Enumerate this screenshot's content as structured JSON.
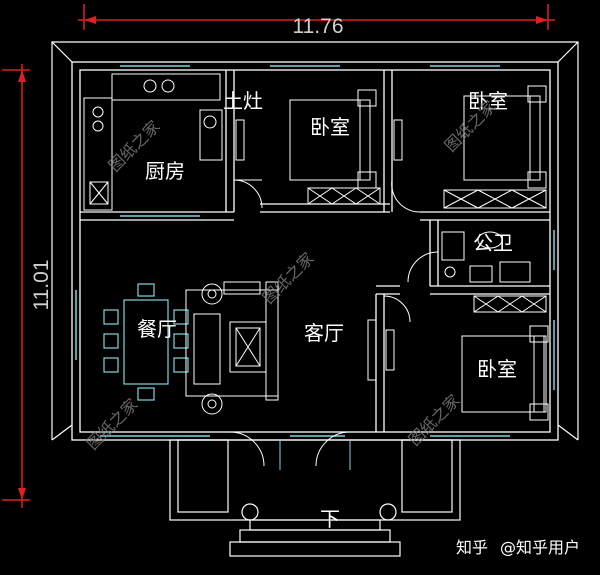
{
  "dimensions": {
    "width": "11.76",
    "depth": "11.01"
  },
  "rooms": {
    "kitchen": "厨房",
    "stove": "土灶",
    "bedroom_1": "卧室",
    "bedroom_2": "卧室",
    "bathroom": "公卫",
    "dining": "餐厅",
    "living": "客厅",
    "bedroom_3": "卧室",
    "down": "下"
  },
  "watermark": "图纸之家",
  "credit": {
    "logo": "知乎",
    "user": "@知乎用户"
  },
  "colors": {
    "wall": "#ffffff",
    "dim_line": "#e02020",
    "fixture": "#ffffff",
    "window": "#7fd4e0",
    "watermark": "#7a7a7a"
  }
}
